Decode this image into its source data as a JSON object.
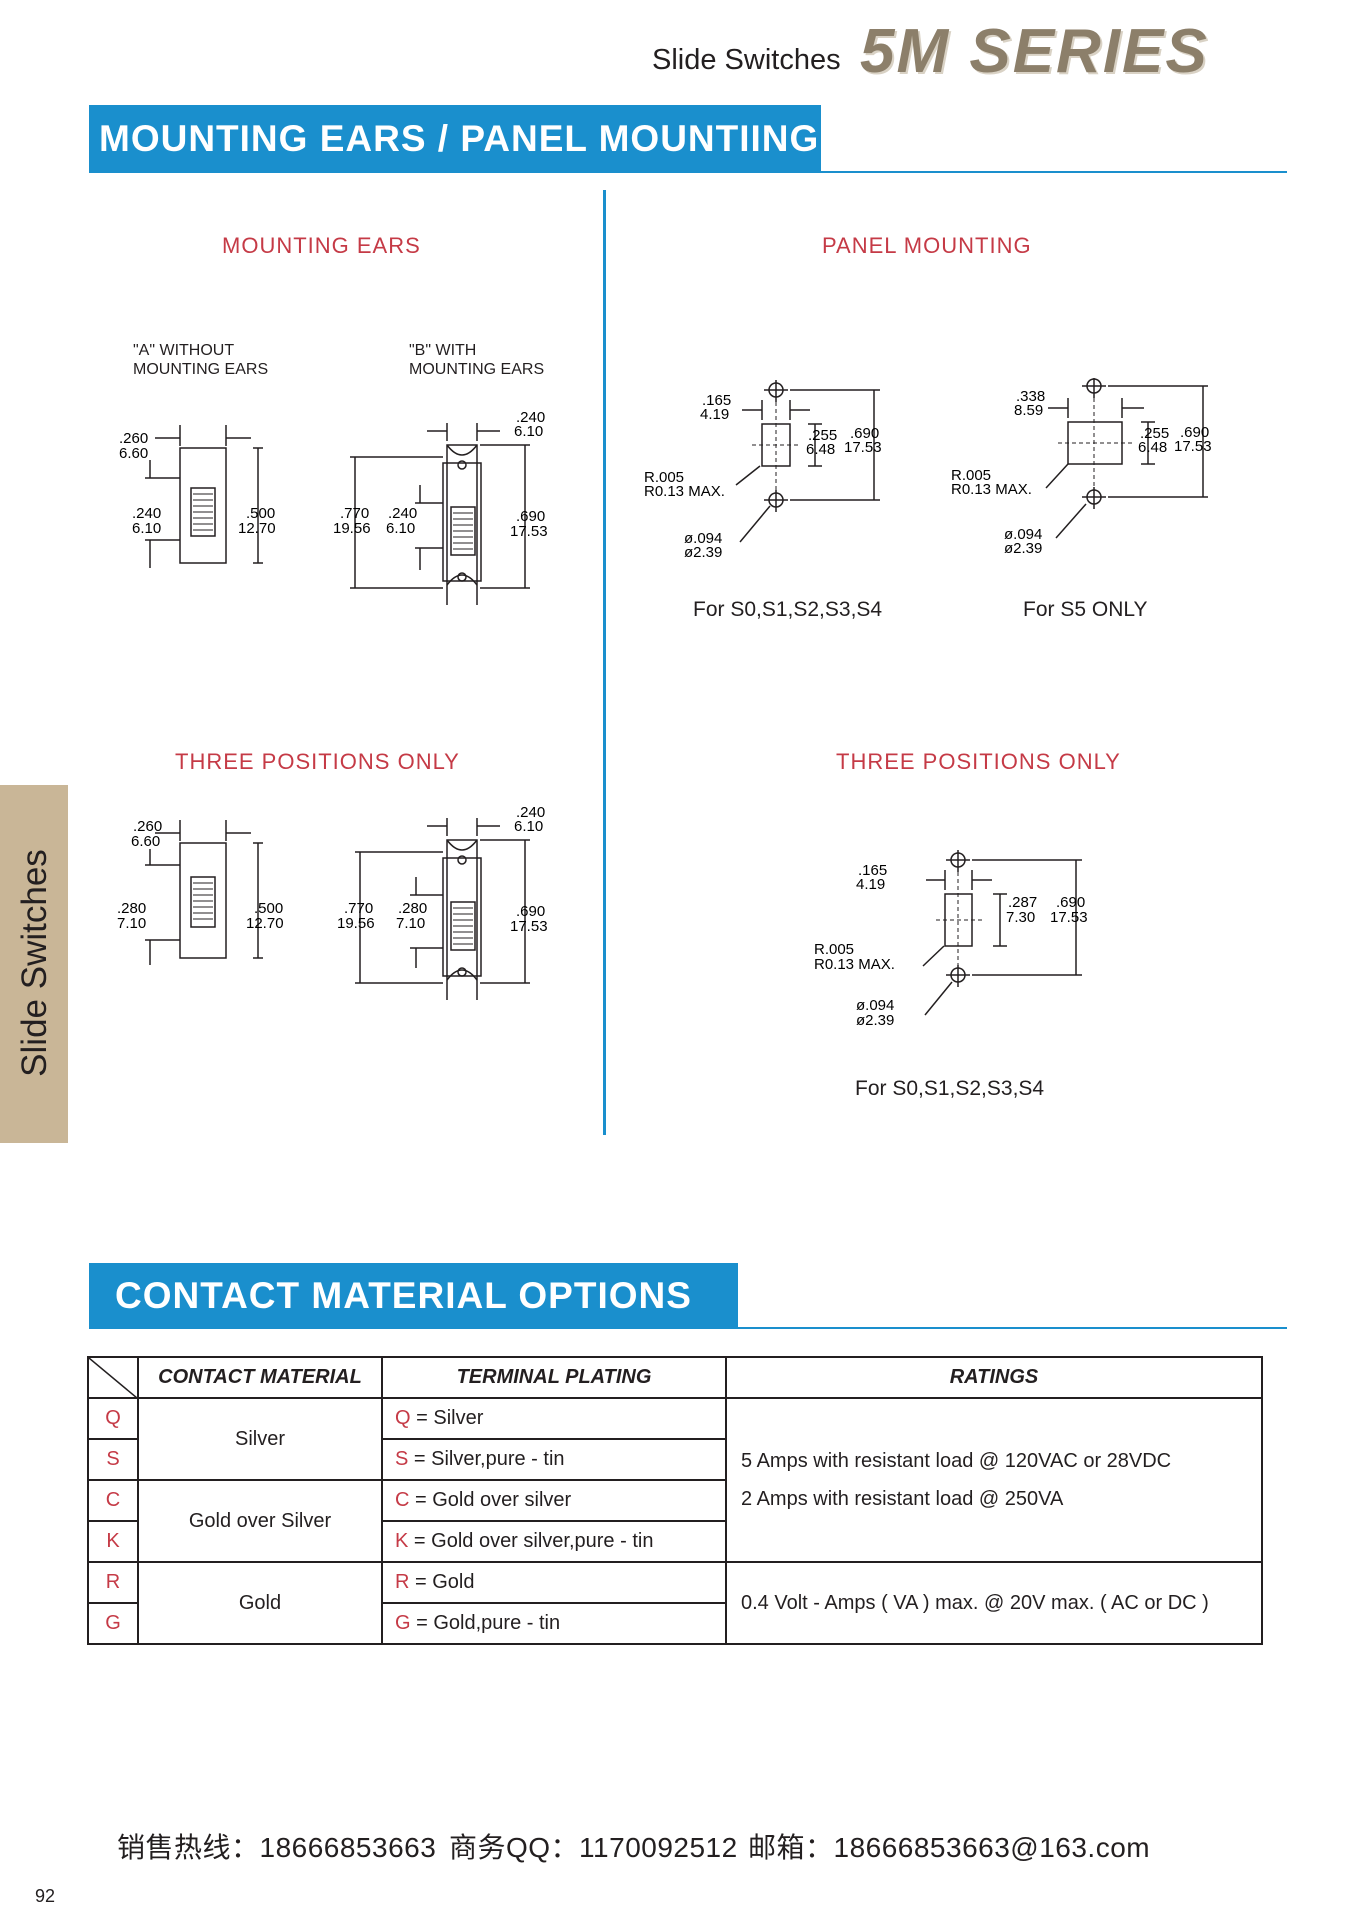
{
  "header": {
    "subtitle": "Slide Switches",
    "series": "5M SERIES"
  },
  "section1": {
    "title": "MOUNTING  EARS / PANEL  MOUNTIING",
    "left_heading": "MOUNTING   EARS",
    "right_heading": "PANEL   MOUNTING",
    "label_a": [
      "\"A\"   WITHOUT",
      "MOUNTING EARS"
    ],
    "label_b": [
      "\"B\"  WITH",
      "MOUNTING EARS"
    ],
    "three_left": "THREE   POSITIONS   ONLY",
    "three_right": "THREE   POSITIONS   ONLY",
    "for_1": "For  S0,S1,S2,S3,S4",
    "for_2": "For S5 ONLY",
    "for_3": "For  S0,S1,S2,S3,S4"
  },
  "dims": {
    "d260": ".260",
    "d660": "6.60",
    "d240": ".240",
    "d610": "6.10",
    "d500": ".500",
    "d1270": "12.70",
    "d770": ".770",
    "d1956": "19.56",
    "d690": ".690",
    "d1753": "17.53",
    "d280": ".280",
    "d710": "7.10",
    "d165": ".165",
    "d419": "4.19",
    "d255": ".255",
    "d648": "6.48",
    "d338": ".338",
    "d859": "8.59",
    "d287": ".287",
    "d730": "7.30",
    "r005": "R.005",
    "r013": "R0.13  MAX.",
    "phi094": "ø.094",
    "phi239": "ø2.39"
  },
  "side_tab": "Slide  Switches",
  "section2": {
    "title": "CONTACT  MATERIAL  OPTIONS",
    "headers": [
      "CONTACT MATERIAL",
      "TERMINAL  PLATING",
      "RATINGS"
    ],
    "codes": [
      "Q",
      "S",
      "C",
      "K",
      "R",
      "G"
    ],
    "materials": [
      "Silver",
      "Gold over Silver",
      "Gold"
    ],
    "platings": [
      {
        "code": "Q",
        "text": " = Silver"
      },
      {
        "code": "S",
        "text": " = Silver,pure - tin"
      },
      {
        "code": "C",
        "text": " = Gold over silver"
      },
      {
        "code": "K",
        "text": " = Gold over silver,pure - tin"
      },
      {
        "code": "R",
        "text": " = Gold"
      },
      {
        "code": "G",
        "text": " = Gold,pure - tin"
      }
    ],
    "ratings_1": [
      "5 Amps with resistant load @ 120VAC or 28VDC",
      "2 Amps with resistant load @ 250VA"
    ],
    "ratings_2": "0.4 Volt - Amps ( VA ) max. @ 20V max. ( AC or DC )"
  },
  "footer": {
    "hotline": "销售热线：18666853663",
    "qq": "商务QQ：1170092512",
    "email": "邮箱：18666853663@163.com"
  },
  "page_number": "92"
}
